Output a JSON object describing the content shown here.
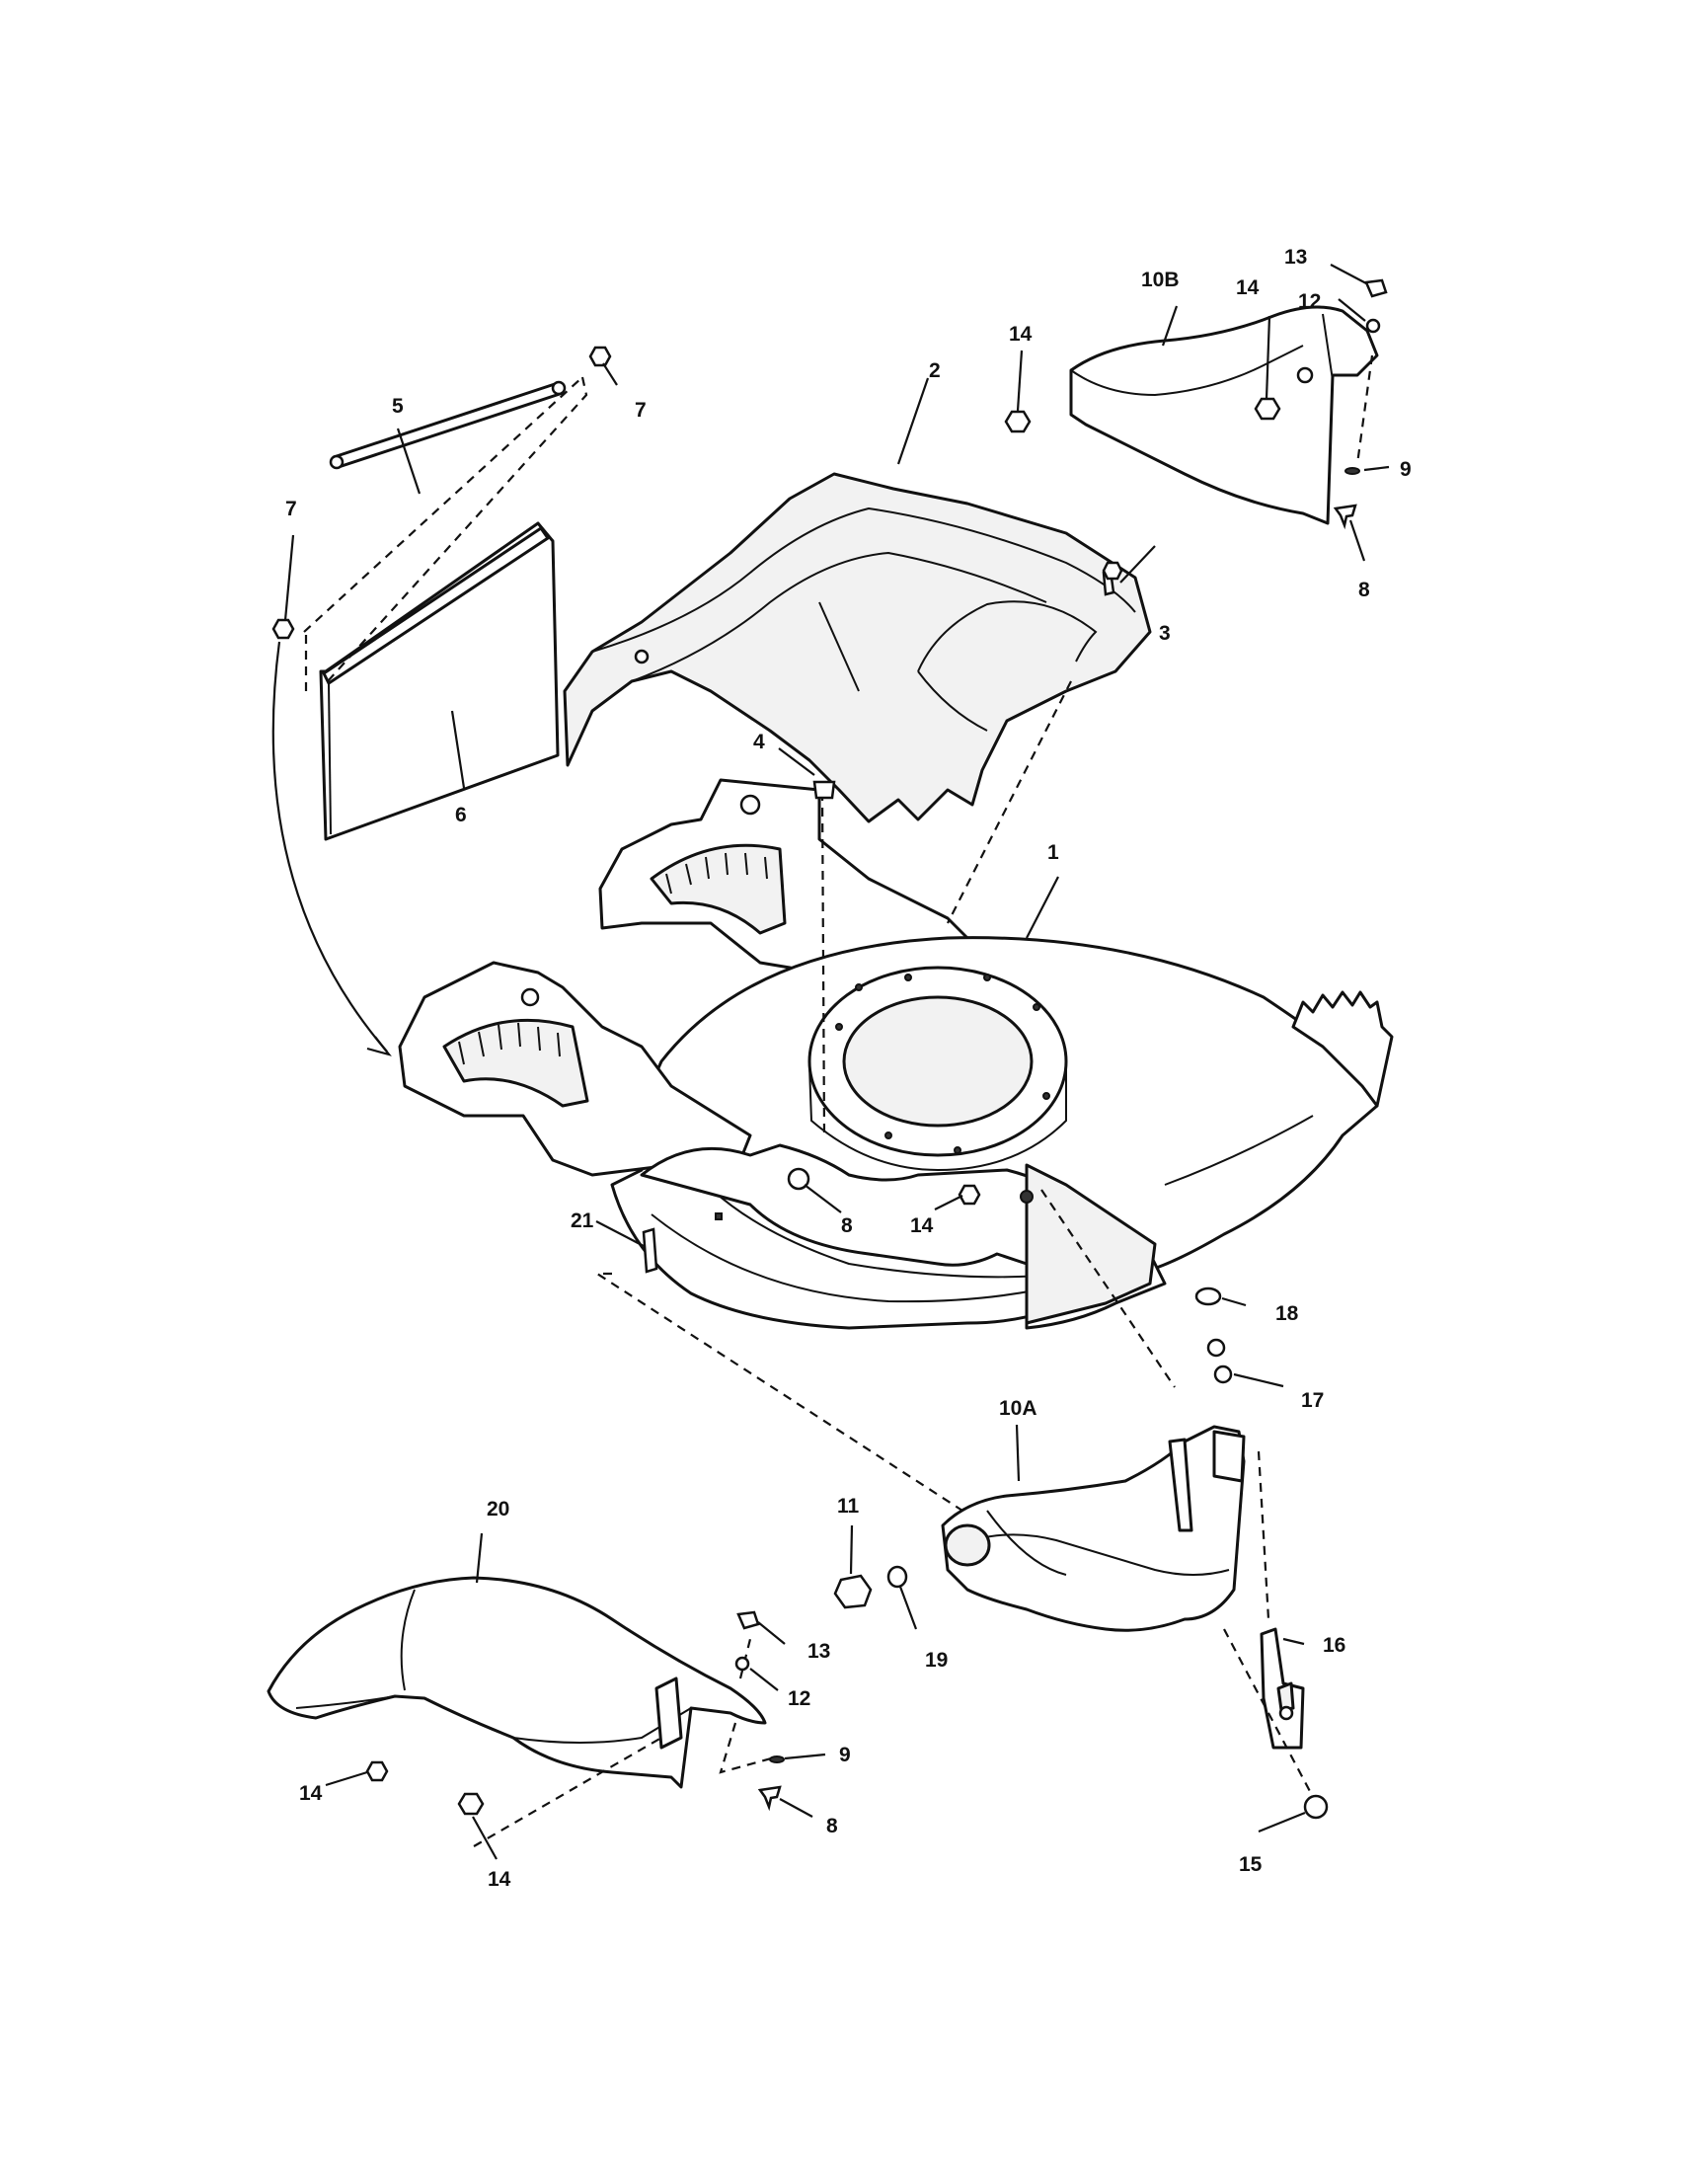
{
  "labels": {
    "c1": "1",
    "c2": "2",
    "c3": "3",
    "c4": "4",
    "c5": "5",
    "c6": "6",
    "c7a": "7",
    "c7b": "7",
    "c8a": "8",
    "c8b": "8",
    "c8c": "8",
    "c9a": "9",
    "c9b": "9",
    "c10a": "10A",
    "c10b": "10B",
    "c11": "11",
    "c12a": "12",
    "c12b": "12",
    "c13a": "13",
    "c13b": "13",
    "c14a": "14",
    "c14b": "14",
    "c14c": "14",
    "c14d": "14",
    "c14e": "14",
    "c15": "15",
    "c16": "16",
    "c17": "17",
    "c18": "18",
    "c19": "19",
    "c20": "20",
    "c21": "21"
  }
}
